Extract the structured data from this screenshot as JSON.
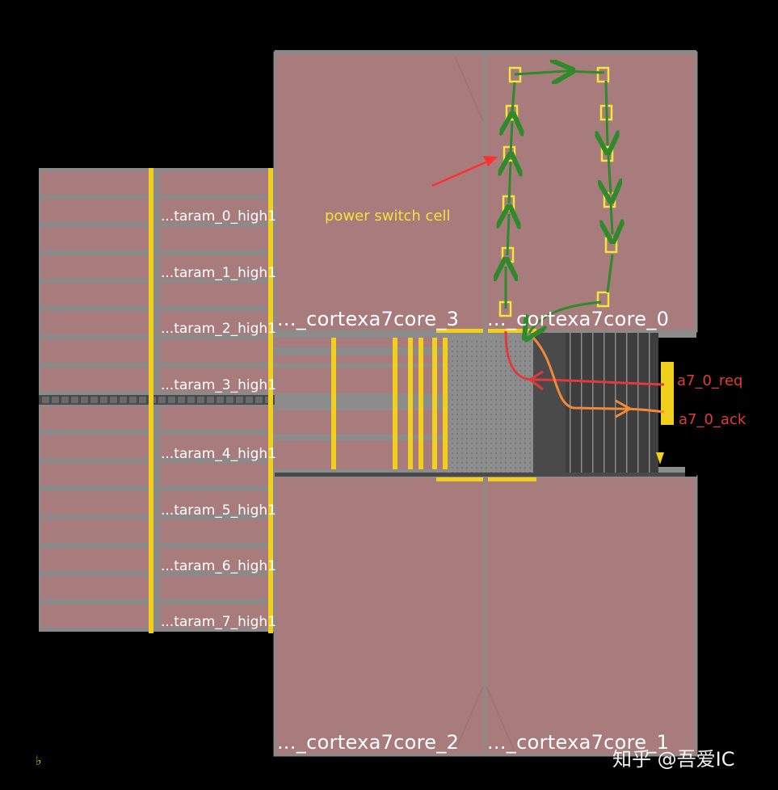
{
  "cores": [
    {
      "id": "core3",
      "label": "..._cortexa7core_3"
    },
    {
      "id": "core0",
      "label": "..._cortexa7core_0"
    },
    {
      "id": "core2",
      "label": "..._cortexa7core_2"
    },
    {
      "id": "core1",
      "label": "..._cortexa7core_1"
    }
  ],
  "taram_labels": [
    "...taram_0_high1",
    "...taram_1_high1",
    "...taram_2_high1",
    "...taram_3_high1",
    "...taram_4_high1",
    "...taram_5_high1",
    "...taram_6_high1",
    "...taram_7_high1"
  ],
  "annotations": {
    "power_switch": "power switch cell",
    "req_signal": "a7_0_req",
    "ack_signal": "a7_0_ack"
  },
  "watermark": "知乎 @吾爱IC",
  "colors": {
    "background": "#000000",
    "macro_fill": "#a87c7c",
    "macro_border": "#8a8a8a",
    "power_rail": "#f2cf1d",
    "channel_gray": "#8c8c8c",
    "dark_logic": "#4a4a4a",
    "switch_cell": "#f3e53a",
    "chain_arrow": "#2f8a2c",
    "req_arrow": "#e23a3a",
    "ack_arrow": "#f08a3a"
  },
  "icons": {
    "corner_pin": "pin-icon"
  }
}
